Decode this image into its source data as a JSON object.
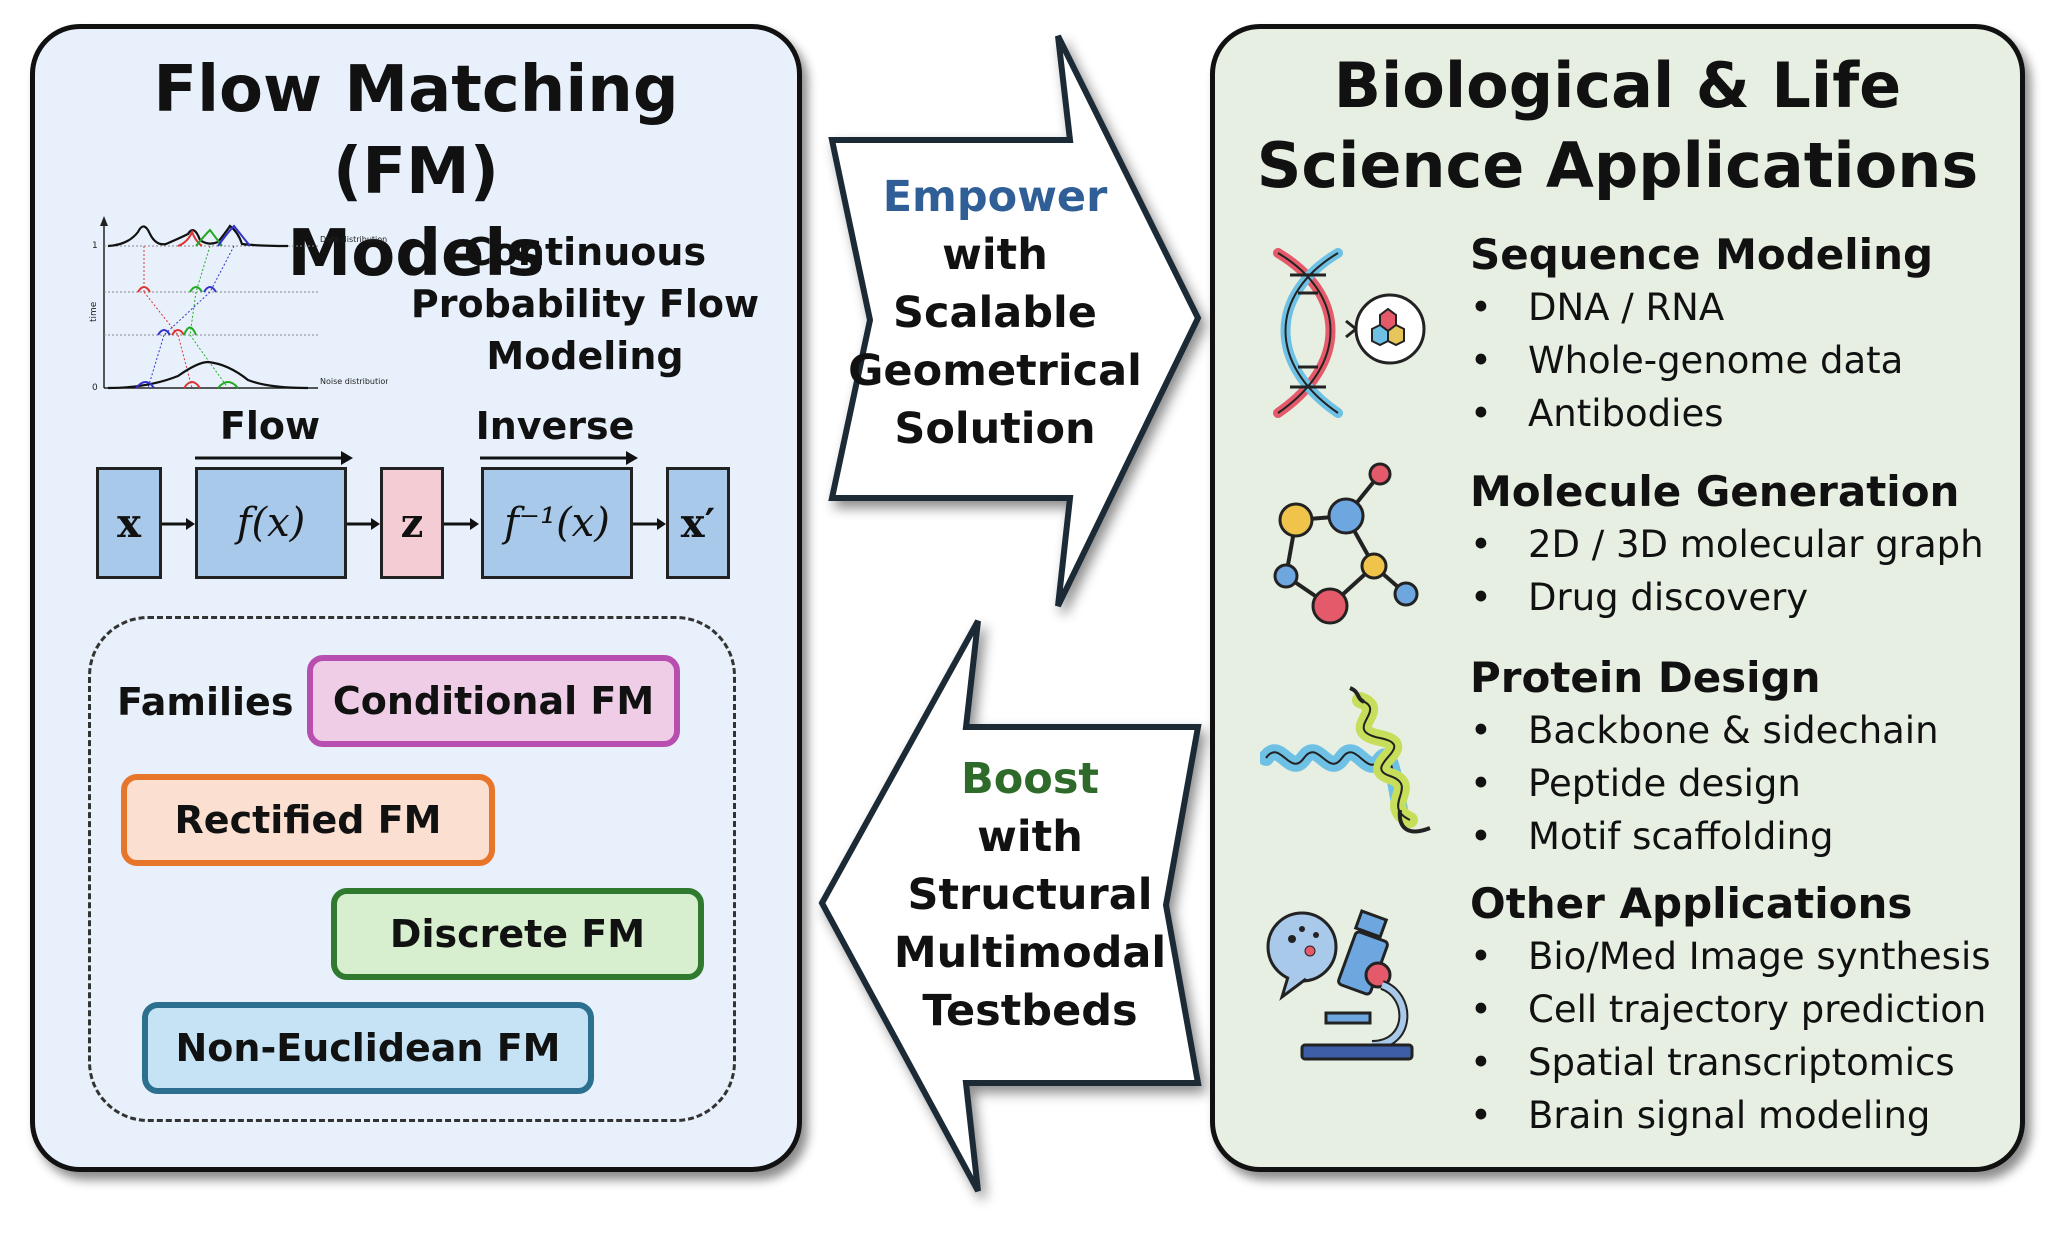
{
  "left": {
    "title_line1": "Flow Matching (FM)",
    "title_line2": "Models",
    "mini_plot": {
      "label_top": "Data distribution",
      "label_bottom": "Noise distribution",
      "y_axis_label": "time",
      "tick_top": "1",
      "tick_bottom": "0"
    },
    "cpf_line1": "Continuous",
    "cpf_line2": "Probability Flow",
    "cpf_line3": "Modeling",
    "flow_label": "Flow",
    "inverse_label": "Inverse",
    "boxes": {
      "x": "x",
      "fx": "f(x)",
      "z": "z",
      "finv": "f⁻¹(x)",
      "xprime": "x′"
    },
    "families_label": "Families",
    "families": {
      "conditional": "Conditional FM",
      "rectified": "Rectified FM",
      "discrete": "Discrete FM",
      "noneuclidean": "Non-Euclidean FM"
    }
  },
  "arrows": {
    "top_highlight": "Empower",
    "top_rest": [
      "with",
      "Scalable",
      "Geometrical",
      "Solution"
    ],
    "bottom_highlight": "Boost",
    "bottom_rest": [
      "with",
      "Structural",
      "Multimodal",
      "Testbeds"
    ]
  },
  "right": {
    "title_line1": "Biological & Life",
    "title_line2": "Science Applications",
    "sections": [
      {
        "title": "Sequence Modeling",
        "icon": "dna-icon",
        "items": [
          "DNA / RNA",
          "Whole-genome data",
          "Antibodies"
        ]
      },
      {
        "title": "Molecule Generation",
        "icon": "molecule-icon",
        "items": [
          "2D / 3D molecular graph",
          "Drug discovery"
        ]
      },
      {
        "title": "Protein Design",
        "icon": "protein-helix-icon",
        "items": [
          "Backbone & sidechain",
          "Peptide design",
          "Motif scaffolding"
        ]
      },
      {
        "title": "Other Applications",
        "icon": "microscope-icon",
        "items": [
          "Bio/Med Image synthesis",
          "Cell trajectory prediction",
          "Spatial transcriptomics",
          "Brain signal modeling"
        ]
      }
    ]
  },
  "colors": {
    "left_bg": "#e8f1fb",
    "right_bg": "#e6efe2",
    "empower_blue": "#2f5f96",
    "boost_green": "#2e6b2a",
    "box_blue": "#a9c9ea",
    "box_pink": "#f3cdd3",
    "conditional_border": "#b84fb0",
    "conditional_fill": "#efcde6",
    "rectified_border": "#e8762a",
    "rectified_fill": "#fbe0d2",
    "discrete_border": "#2f7a2e",
    "discrete_fill": "#d8efcf",
    "noneuclidean_border": "#2c6f8e",
    "noneuclidean_fill": "#c5e3f4"
  }
}
